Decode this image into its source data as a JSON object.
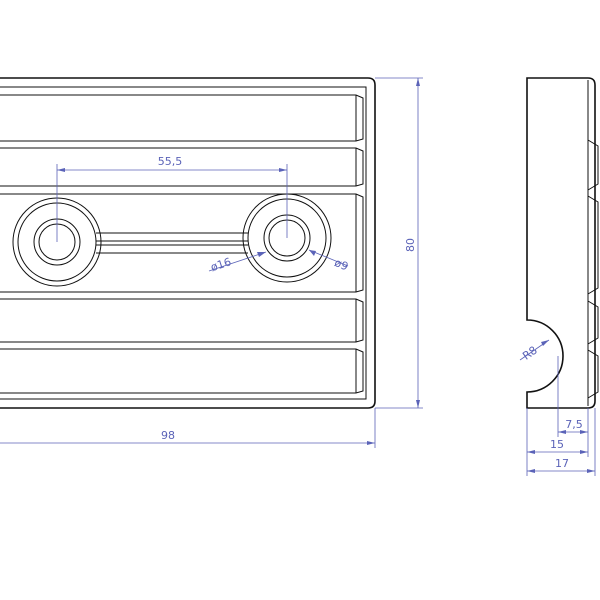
{
  "colors": {
    "line": "#111111",
    "dimension": "#5b63b8",
    "background": "#ffffff"
  },
  "dimensions": {
    "hole_spacing": "55,5",
    "hole_outer_diameter": "ø16",
    "hole_inner_diameter": "ø9",
    "overall_height": "80",
    "overall_width": "98",
    "groove_radius": "R8",
    "groove_offset": "7,5",
    "step_width": "15",
    "total_depth": "17"
  }
}
